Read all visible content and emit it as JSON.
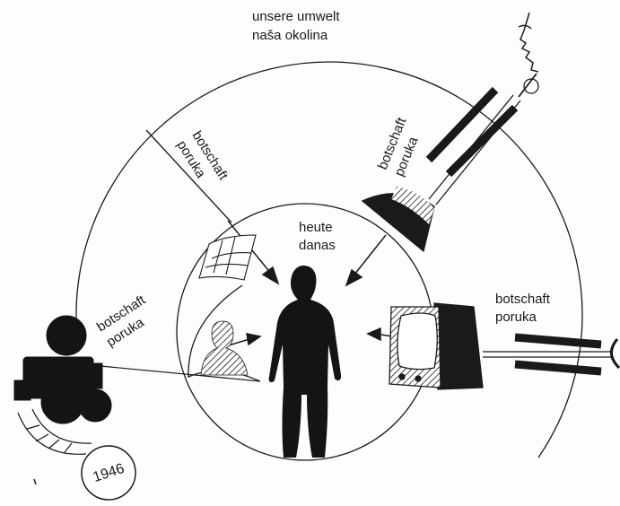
{
  "environment": {
    "line1": "unsere umwelt",
    "line2": "naša okolina"
  },
  "center": {
    "line1": "heute",
    "line2": "danas"
  },
  "messages": [
    {
      "de": "botschaft",
      "hr": "poruka"
    },
    {
      "de": "botschaft",
      "hr": "poruka"
    },
    {
      "de": "botschaft",
      "hr": "poruka"
    },
    {
      "de": "botschaft",
      "hr": "poruka"
    }
  ],
  "year_badge": "1946",
  "colors": {
    "ink": "#1a1a1a",
    "paper": "#fdfdfd"
  }
}
